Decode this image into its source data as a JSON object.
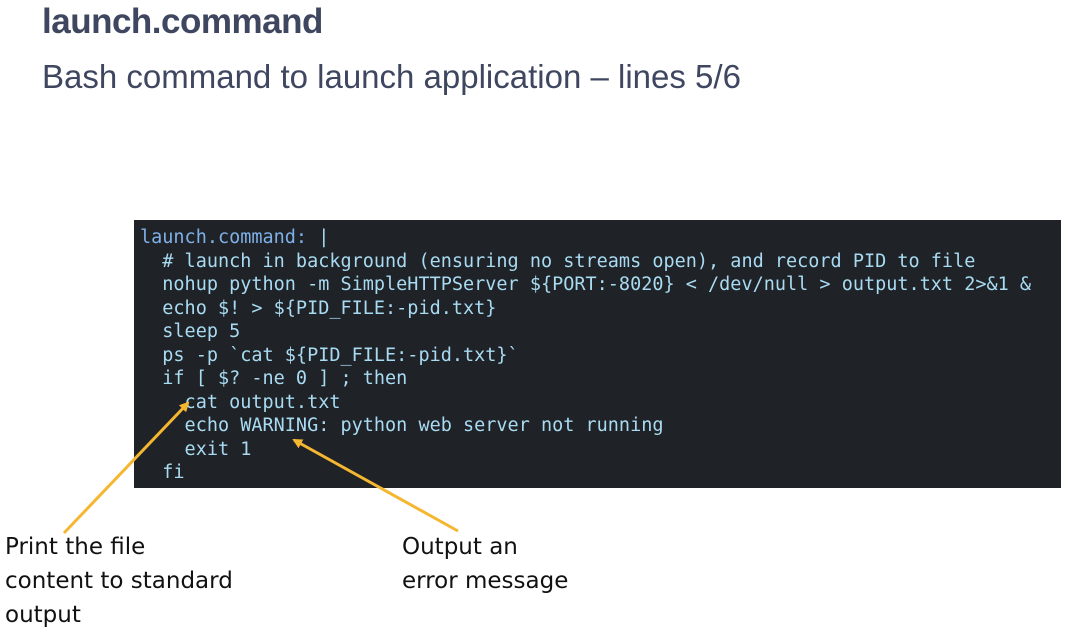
{
  "slide": {
    "title": "launch.command",
    "subtitle": "Bash command to launch application – lines 5/6"
  },
  "code": {
    "key": "launch.command:",
    "block_marker": " |",
    "lines": [
      "  # launch in background (ensuring no streams open), and record PID to file",
      "  nohup python -m SimpleHTTPServer ${PORT:-8020} < /dev/null > output.txt 2>&1 &",
      "  echo $! > ${PID_FILE:-pid.txt}",
      "  sleep 5",
      "  ps -p `cat ${PID_FILE:-pid.txt}`",
      "  if [ $? -ne 0 ] ; then",
      "    cat output.txt",
      "    echo WARNING: python web server not running",
      "    exit 1",
      "  fi"
    ]
  },
  "annotations": {
    "print_file": {
      "lines": [
        "Print the file",
        "content to standard",
        "output"
      ]
    },
    "error_message": {
      "lines": [
        "Output an",
        "error message"
      ]
    }
  },
  "colors": {
    "title": "#3f4660",
    "code_background": "#1f2226",
    "code_text": "#a8dbf2",
    "arrow": "#f5b731"
  }
}
